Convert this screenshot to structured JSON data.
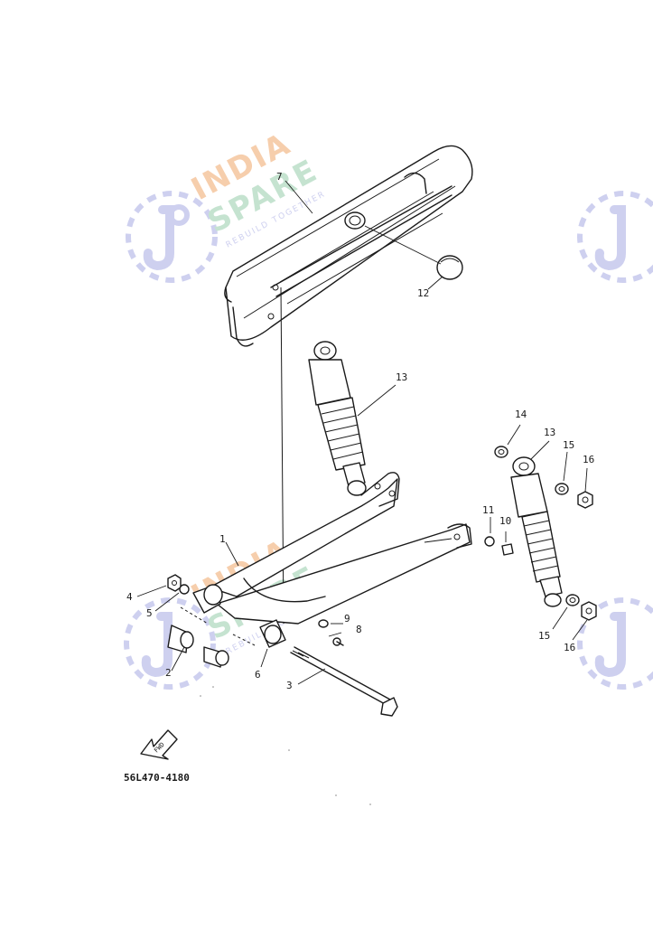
{
  "diagram": {
    "catalog_code": "56L470-4180",
    "direction_arrow_text": "FWD",
    "parts": [
      {
        "id": "p1",
        "num": "1"
      },
      {
        "id": "p2",
        "num": "2"
      },
      {
        "id": "p3",
        "num": "3"
      },
      {
        "id": "p4",
        "num": "4"
      },
      {
        "id": "p5",
        "num": "5"
      },
      {
        "id": "p6",
        "num": "6"
      },
      {
        "id": "p7",
        "num": "7"
      },
      {
        "id": "p8",
        "num": "8"
      },
      {
        "id": "p9",
        "num": "9"
      },
      {
        "id": "p10",
        "num": "10"
      },
      {
        "id": "p11",
        "num": "11"
      },
      {
        "id": "p12",
        "num": "12"
      },
      {
        "id": "p13a",
        "num": "13"
      },
      {
        "id": "p13b",
        "num": "13"
      },
      {
        "id": "p14",
        "num": "14"
      },
      {
        "id": "p15a",
        "num": "15"
      },
      {
        "id": "p15b",
        "num": "15"
      },
      {
        "id": "p16a",
        "num": "16"
      },
      {
        "id": "p16b",
        "num": "16"
      }
    ]
  },
  "watermark": {
    "line1": "INDIA",
    "line2": "SPARE",
    "tagline": "REBUILD TOGETHER",
    "colors": {
      "orange": "#f6c9a4",
      "green": "#bfe0cc",
      "blue": "#c9cbee"
    }
  }
}
